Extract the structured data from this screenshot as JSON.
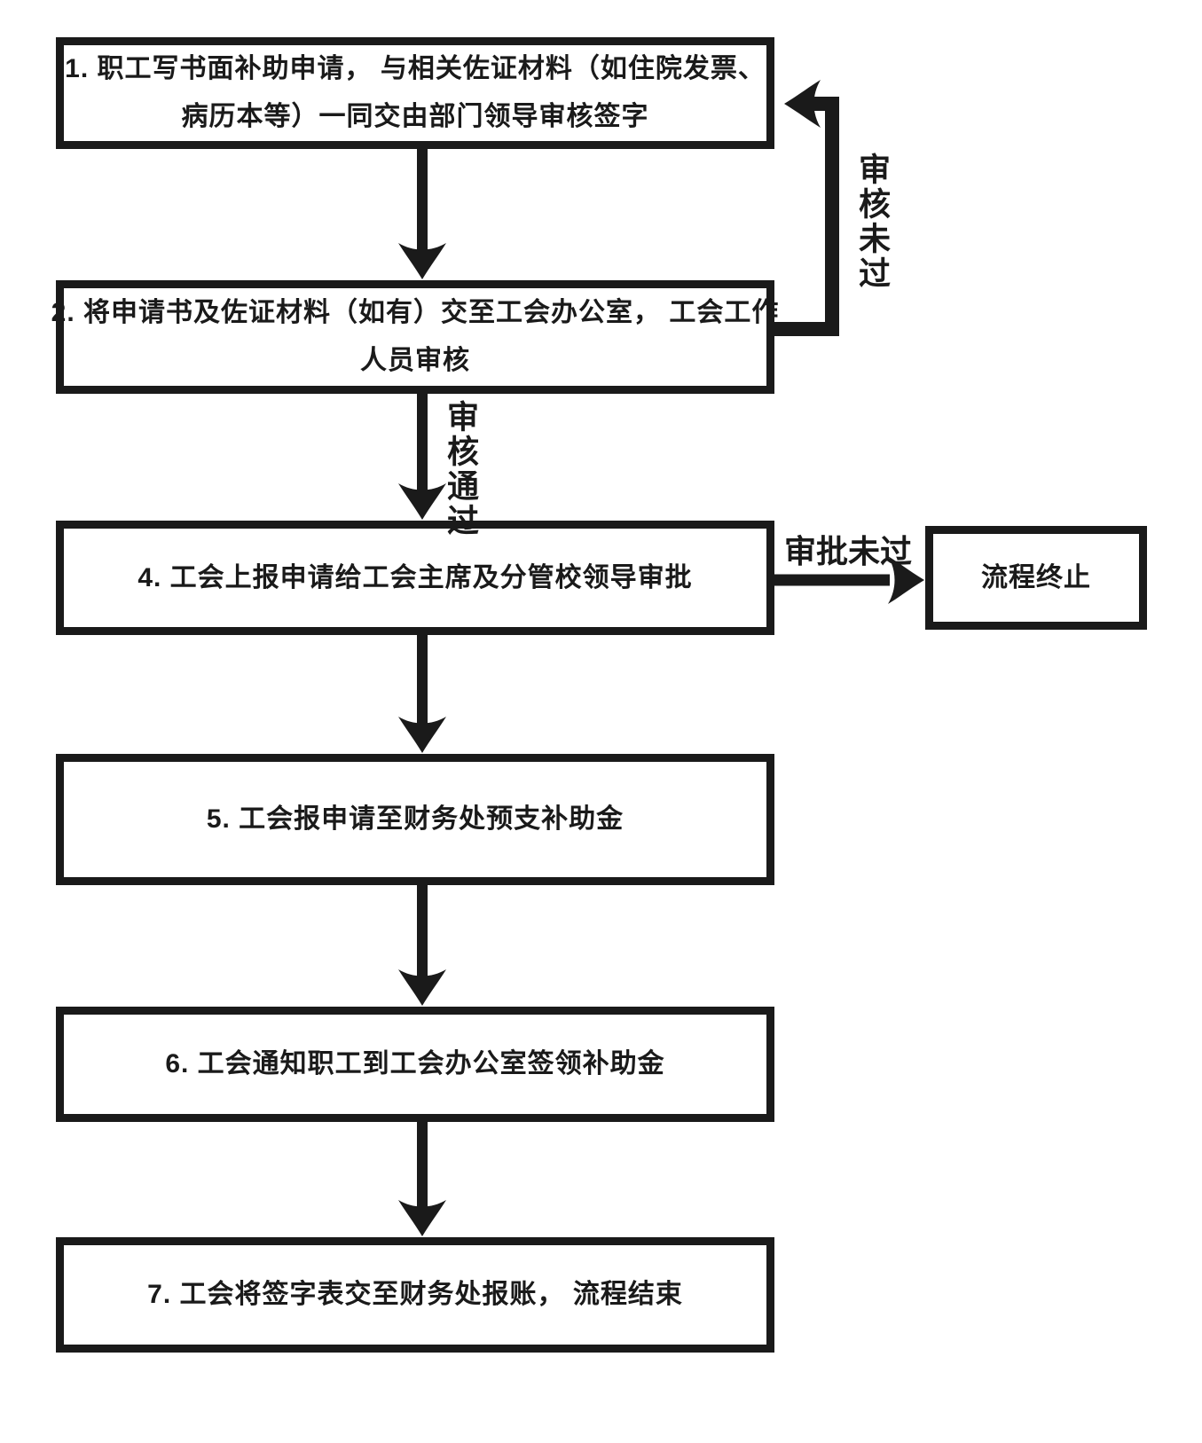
{
  "page": {
    "background": "#ffffff",
    "ink_color": "#1a1a1a"
  },
  "flowchart": {
    "steps": [
      {
        "id": "step-1",
        "lines": [
          "1. 职工写书面补助申请， 与相关佐证材料（如住院发票、",
          "病历本等）一同交由部门领导审核签字"
        ]
      },
      {
        "id": "step-2",
        "lines": [
          "2. 将申请书及佐证材料（如有）交至工会办公室， 工会工作",
          "人员审核"
        ]
      },
      {
        "id": "step-4",
        "lines": [
          "4. 工会上报申请给工会主席及分管校领导审批"
        ]
      },
      {
        "id": "step-5",
        "lines": [
          "5. 工会报申请至财务处预支补助金"
        ]
      },
      {
        "id": "step-6",
        "lines": [
          "6. 工会通知职工到工会办公室签领补助金"
        ]
      },
      {
        "id": "step-7",
        "lines": [
          "7. 工会将签字表交至财务处报账， 流程结束"
        ]
      },
      {
        "id": "terminate",
        "lines": [
          "流程终止"
        ]
      }
    ],
    "edge_labels": {
      "review_failed": "审核未过",
      "review_passed": "审核通过",
      "approval_failed": "审批未过"
    }
  }
}
